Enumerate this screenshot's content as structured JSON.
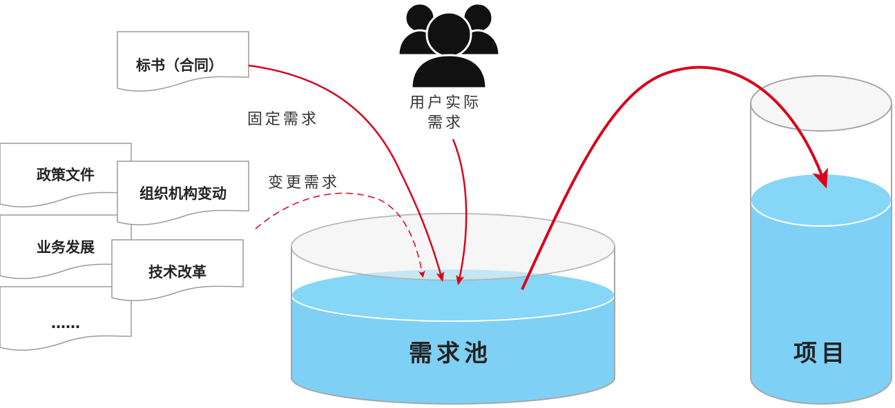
{
  "contract_doc": {
    "label": "标书（合同）"
  },
  "source_docs": [
    {
      "label": "政策文件"
    },
    {
      "label": "组织机构变动"
    },
    {
      "label": "业务发展"
    },
    {
      "label": "技术改革"
    },
    {
      "label": "……"
    }
  ],
  "flow_labels": {
    "fixed": "固定需求",
    "changed": "变更需求"
  },
  "users": {
    "icon": "user-group-icon",
    "label_line1": "用户实际",
    "label_line2": "需求"
  },
  "requirement_pool": {
    "label": "需求池"
  },
  "project": {
    "label": "项目"
  },
  "colors": {
    "arrow": "#d9001b",
    "water": "#7fd0f5",
    "water_top": "#86d6f7",
    "container_stroke": "#a6a6a6",
    "container_top": "#f0f0f0",
    "icon": "#111111"
  }
}
